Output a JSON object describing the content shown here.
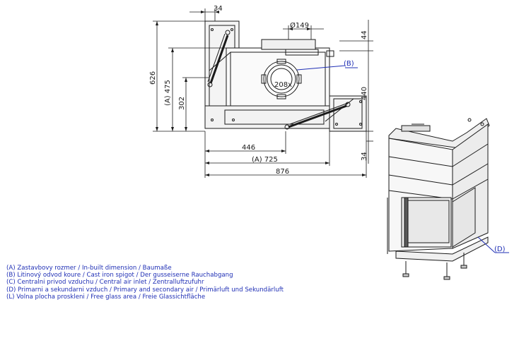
{
  "dimensions": {
    "top_offset": "34",
    "spigot_diameter": "Ø149",
    "height_top": "44",
    "total_height": "626",
    "inbuilt_height": "(A) 475",
    "mid_height": "302",
    "right_height": "440",
    "right_bottom": "34",
    "width_446": "446",
    "inbuilt_width": "(A) 725",
    "total_width": "876",
    "flue_size": "208x"
  },
  "callouts": {
    "b": "(B)",
    "d": "(D)"
  },
  "legend": [
    "(A)  Zastavbovy rozmer / In-built dimension / Baumaße",
    "(B)  Litinový odvod koure / Cast iron spigot / Der gusseiserne Rauchabgang",
    "(C)  Centralni privod vzduchu / Central air inlet / Zentralluftzufuhr",
    "(D)  Primarni a sekundarni vzduch / Primary and secondary air / Primärluft und Sekundärluft",
    "(L)  Volna plocha proskleni / Free glass area / Freie Glassichtfläche"
  ],
  "colors": {
    "annotation": "#1f2fb5",
    "line": "#1a1a1a"
  }
}
